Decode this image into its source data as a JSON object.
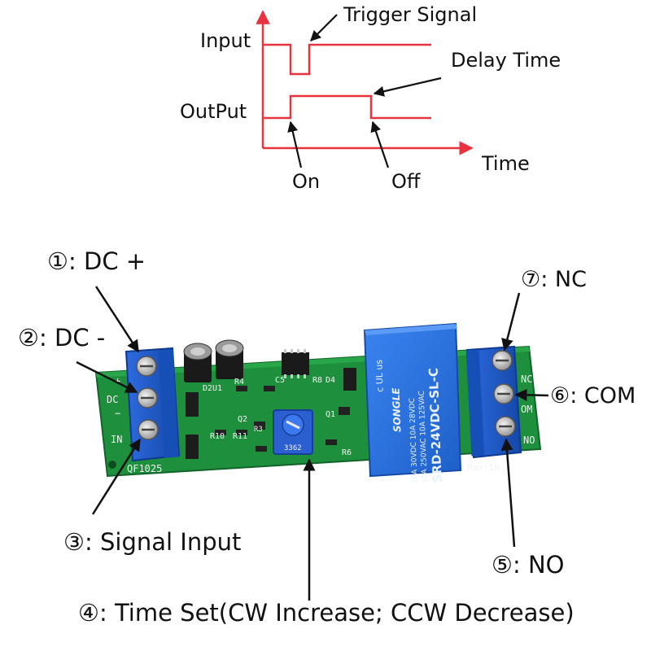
{
  "timing": {
    "input_label": "Input",
    "output_label": "OutPut",
    "trigger_label": "Trigger Signal",
    "delay_label": "Delay Time",
    "time_label": "Time",
    "on_label": "On",
    "off_label": "Off",
    "axis_color": "#e8323f",
    "signal_color": "#e8323f"
  },
  "callouts": {
    "dc_plus": "①: DC +",
    "dc_minus": "②: DC -",
    "signal_input": "③: Signal Input",
    "time_set": "④: Time Set(CW Increase; CCW Decrease)",
    "no": "⑤: NO",
    "com": "⑥: COM",
    "nc": "⑦: NC"
  },
  "board": {
    "pcb_color": "#1e8f3c",
    "terminal_color": "#1f5fd6",
    "relay_color": "#2a6fe0",
    "silk": {
      "left_plus": "+",
      "left_dc": "DC",
      "left_minus": "−",
      "left_in": "IN",
      "model": "QF1025",
      "r4": "R4",
      "d2u1": "D2U1",
      "c5": "C5",
      "r8": "R8",
      "d4": "D4",
      "q2": "Q2",
      "q1": "Q1",
      "r10": "R10",
      "r11": "R11",
      "r6": "R6",
      "r3": "R3",
      "right_nc": "NC",
      "right_com": "OM",
      "right_no": "NO",
      "max": "Max:10"
    },
    "potentiometer_code": "3362",
    "relay": {
      "brand": "SONGLE",
      "model": "SRD-24VDC-SL-C",
      "rating_1": "10A 250VAC  10A 125VAC",
      "rating_2": "10A 30VDC   10A 28VDC",
      "cert": "c UL us"
    }
  }
}
